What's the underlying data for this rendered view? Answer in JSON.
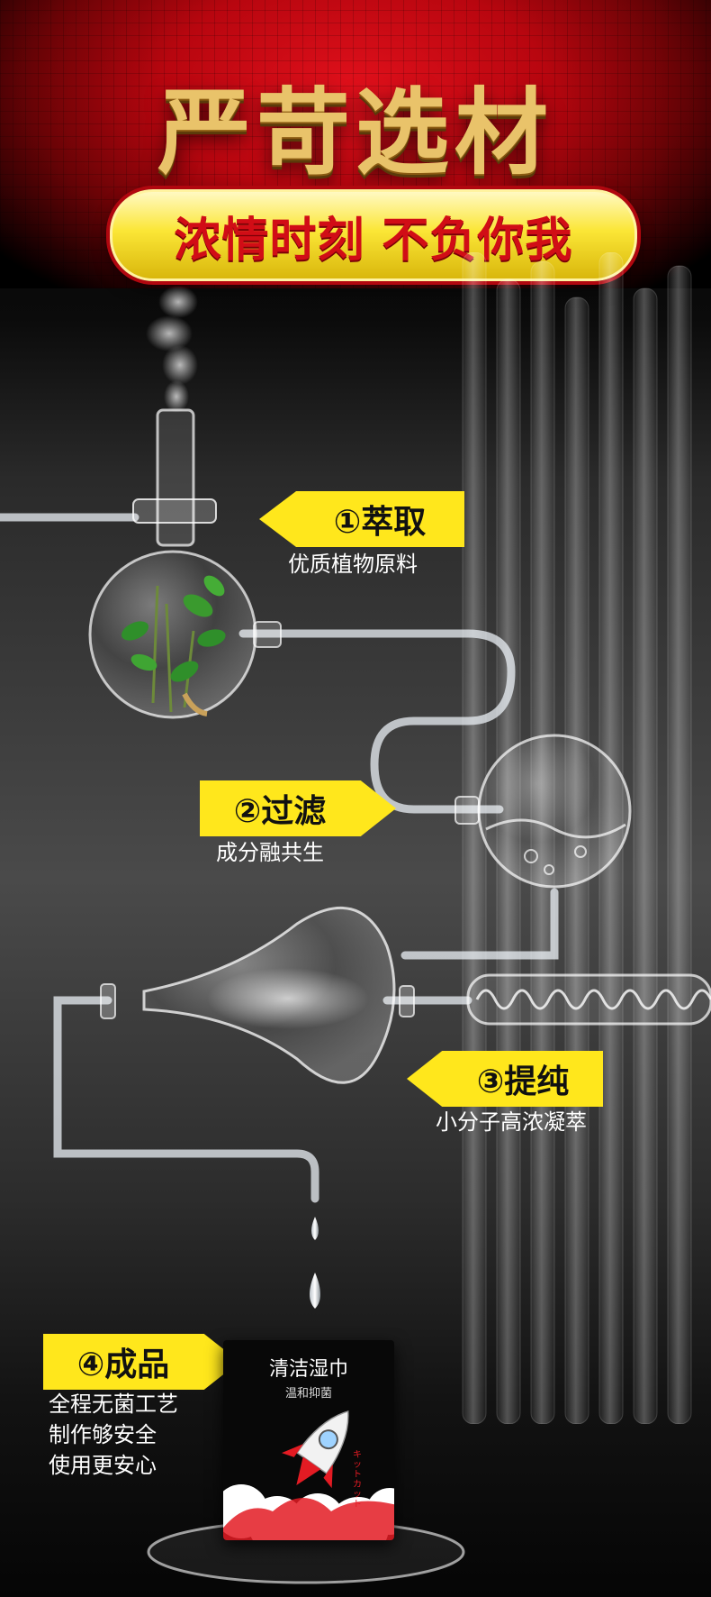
{
  "header": {
    "title": "严苛选材",
    "slogan": "浓情时刻 不负你我"
  },
  "steps": [
    {
      "label": "①萃取",
      "caption": [
        "优质植物原料"
      ]
    },
    {
      "label": "②过滤",
      "caption": [
        "成分融共生"
      ]
    },
    {
      "label": "③提纯",
      "caption": [
        "小分子高浓凝萃"
      ]
    },
    {
      "label": "④成品",
      "caption": [
        "全程无菌工艺",
        "制作够安全",
        "使用更安心"
      ]
    }
  ],
  "product": {
    "name": "清洁湿巾",
    "subtitle": "温和抑菌",
    "side_text": "キットカット"
  },
  "colors": {
    "header_red": "#c8060f",
    "title_gold": "#e9c36a",
    "label_yellow": "#ffe71c",
    "slogan_red": "#d10d16"
  },
  "icons": [
    "arrow-left-icon",
    "arrow-right-icon",
    "rocket-icon"
  ]
}
